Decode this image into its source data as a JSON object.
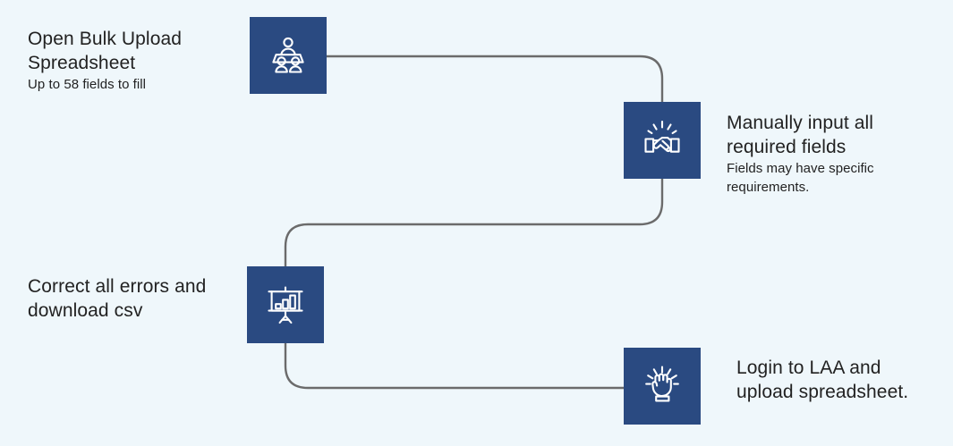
{
  "diagram": {
    "type": "process-flow",
    "title_text": "",
    "background_color": "#eff7fb",
    "node_color": "#2a4a81",
    "connector_color": "#6b6b6b",
    "text_color": "#222222",
    "steps": [
      {
        "id": "step-1",
        "order": 1,
        "icon": "people-meeting-icon",
        "title": "Open Bulk Upload\nSpreadsheet",
        "subtitle": "Up to 58 fields to fill",
        "label_side": "left"
      },
      {
        "id": "step-2",
        "order": 2,
        "icon": "handshake-icon",
        "title": "Manually input all\nrequired fields",
        "subtitle": "Fields may have specific\nrequirements.",
        "label_side": "right"
      },
      {
        "id": "step-3",
        "order": 3,
        "icon": "presentation-chart-icon",
        "title": "Correct all errors and\ndownload csv",
        "subtitle": "",
        "label_side": "left"
      },
      {
        "id": "step-4",
        "order": 4,
        "icon": "raised-fist-icon",
        "title": "Login to LAA and\nupload spreadsheet.",
        "subtitle": "",
        "label_side": "right"
      }
    ]
  }
}
